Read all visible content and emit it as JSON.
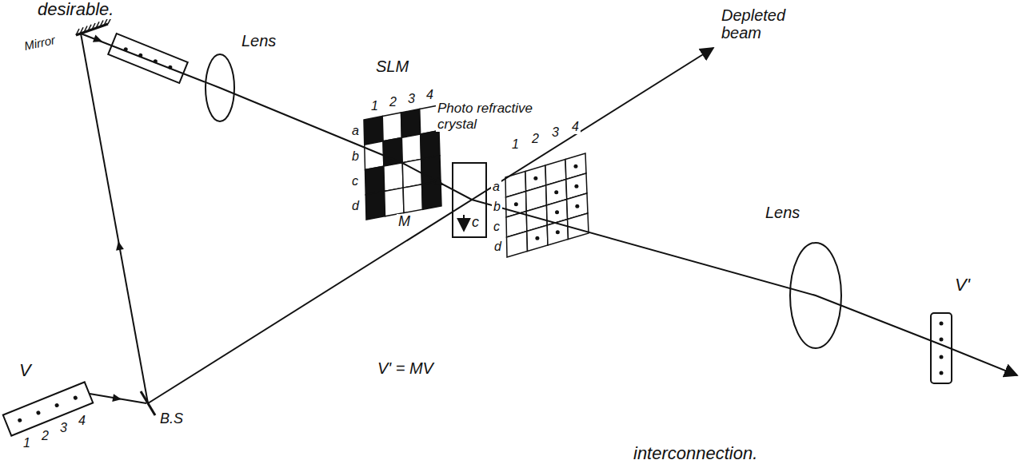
{
  "diagram": {
    "nodes": [
      {
        "text": [
          "Photo refractive crystal",
          "c"
        ]
      }
    ],
    "labels": [
      "desirable.",
      "Mirror",
      "Lens",
      "SLM",
      "1",
      "2",
      "3",
      "4",
      "a",
      "b",
      "c",
      "d",
      "M",
      "Depleted beam",
      "1",
      "2",
      "3",
      "4",
      "a",
      "b",
      "c",
      "d",
      "Lens",
      "V'",
      "V",
      "1",
      "2",
      "3",
      "4",
      "B.S",
      "V' = MV",
      "interconnection."
    ]
  }
}
